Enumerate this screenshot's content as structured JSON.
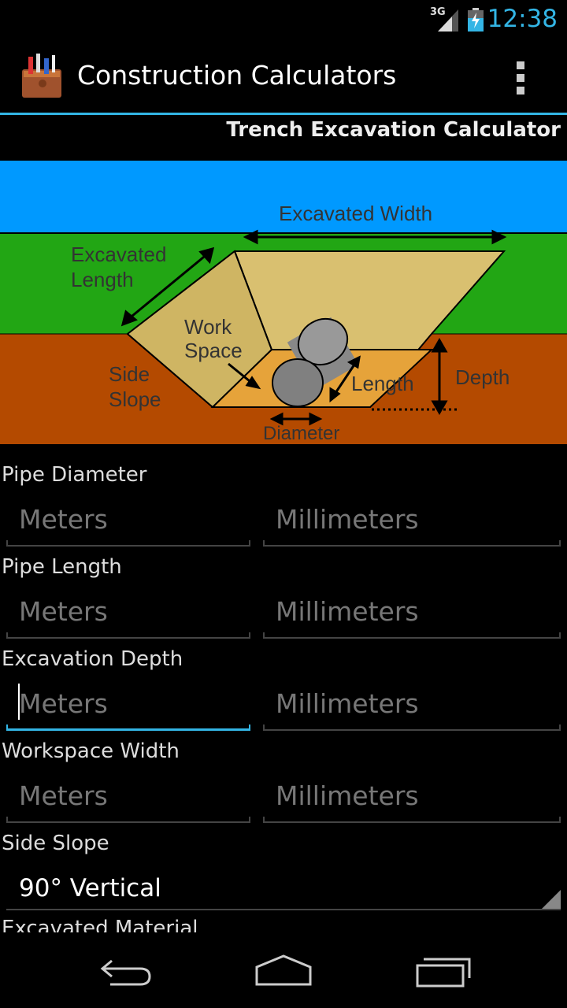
{
  "status": {
    "network": "3G",
    "time": "12:38"
  },
  "app": {
    "title": "Construction Calculators",
    "icon": "toolbox-icon",
    "menu_icon": "overflow-menu-icon"
  },
  "calculator_title": "Trench Excavation Calculator",
  "diagram": {
    "labels": {
      "excavated_width": "Excavated Width",
      "excavated_length_1": "Excavated",
      "excavated_length_2": "Length",
      "work_space_1": "Work",
      "work_space_2": "Space",
      "side_slope_1": "Side",
      "side_slope_2": "Slope",
      "length": "Length",
      "depth": "Depth",
      "diameter": "Diameter"
    }
  },
  "fields": [
    {
      "label": "Pipe Diameter",
      "meters_placeholder": "Meters",
      "mm_placeholder": "Millimeters"
    },
    {
      "label": "Pipe Length",
      "meters_placeholder": "Meters",
      "mm_placeholder": "Millimeters"
    },
    {
      "label": "Excavation Depth",
      "meters_placeholder": "Meters",
      "mm_placeholder": "Millimeters"
    },
    {
      "label": "Workspace Width",
      "meters_placeholder": "Meters",
      "mm_placeholder": "Millimeters"
    }
  ],
  "side_slope": {
    "label": "Side Slope",
    "value": "90° Vertical"
  },
  "next_field_label": "Excavated Material",
  "nav": {
    "back": "back-icon",
    "home": "home-icon",
    "recents": "recents-icon"
  },
  "colors": {
    "accent": "#33b5e5",
    "sky": "#0099ff",
    "grass": "#22a614",
    "soil": "#b44a00",
    "trench": "#d9c070"
  }
}
